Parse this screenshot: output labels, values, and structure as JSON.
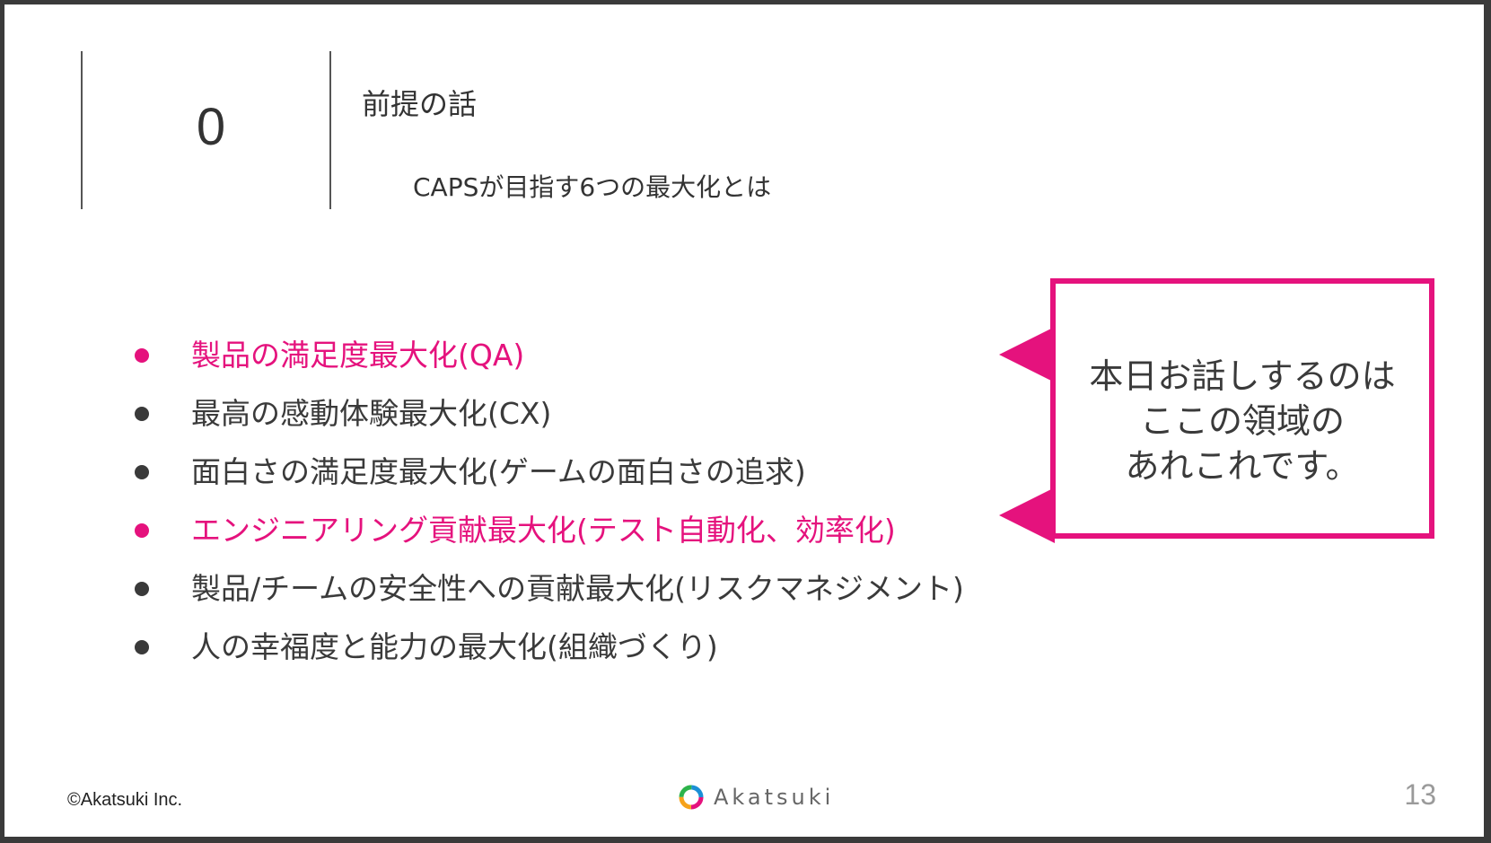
{
  "header": {
    "section_number": "0",
    "title": "前提の話",
    "subtitle": "CAPSが目指す6つの最大化とは"
  },
  "bullets": [
    {
      "text": "製品の満足度最大化(QA)",
      "highlighted": true
    },
    {
      "text": "最高の感動体験最大化(CX)",
      "highlighted": false
    },
    {
      "text": "面白さの満足度最大化(ゲームの面白さの追求)",
      "highlighted": false
    },
    {
      "text": "エンジニアリング貢献最大化(テスト自動化、効率化)",
      "highlighted": true
    },
    {
      "text": "製品/チームの安全性への貢献最大化(リスクマネジメント)",
      "highlighted": false
    },
    {
      "text": "人の幸福度と能力の最大化(組織づくり)",
      "highlighted": false
    }
  ],
  "callout": {
    "line1": "本日お話しするのは",
    "line2": "ここの領域の",
    "line3": "あれこれです。"
  },
  "footer": {
    "copyright": "©Akatsuki Inc.",
    "brand": "Akatsuki",
    "page_number": "13"
  },
  "colors": {
    "accent": "#e5127d",
    "text": "#3a3a3a",
    "background": "#ffffff"
  },
  "icons": {
    "logo": "akatsuki-ring-logo-icon",
    "callout_pointer": "callout-arrow-icon"
  }
}
